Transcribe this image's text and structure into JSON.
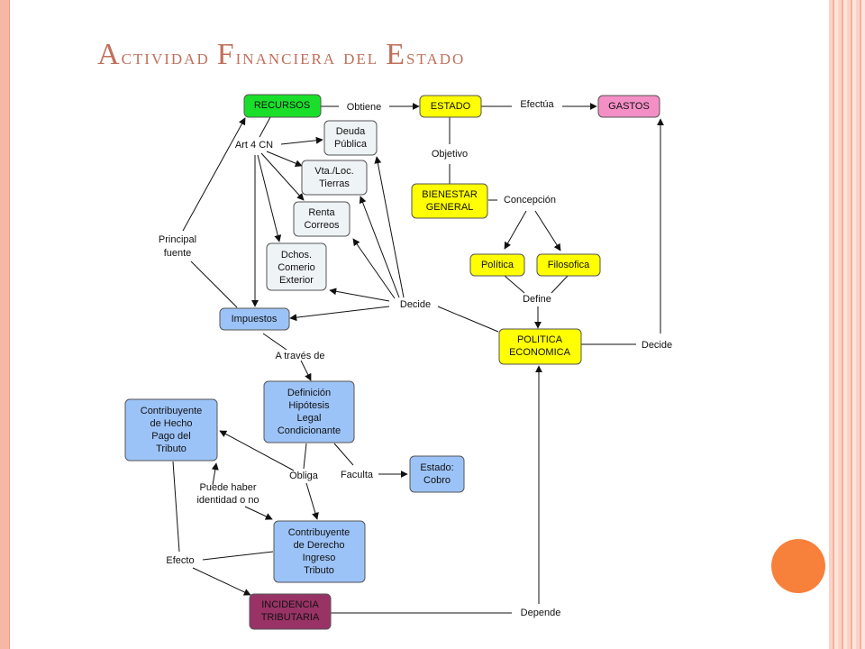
{
  "title": "Actividad Financiera del Estado",
  "colors": {
    "green": "#1adf2a",
    "yellow": "#ffff00",
    "pink": "#f48fc6",
    "blue": "#9cc3f8",
    "gray": "#eef3f6",
    "maroon": "#993366"
  },
  "nodes": {
    "recursos": "RECURSOS",
    "estado": "ESTADO",
    "gastos": "GASTOS",
    "deuda": [
      "Deuda",
      "Pública"
    ],
    "vta": [
      "Vta./Loc.",
      "Tierras"
    ],
    "renta": [
      "Renta",
      "Correos"
    ],
    "dchos": [
      "Dchos.",
      "Comerio",
      "Exterior"
    ],
    "impuestos": "Impuestos",
    "bienestar": [
      "BIENESTAR",
      "GENERAL"
    ],
    "politica": "Política",
    "filosofica": "Filosofica",
    "politica_economica": [
      "POLITICA",
      "ECONOMICA"
    ],
    "definicion": [
      "Definición",
      "Hipótesis",
      "Legal",
      "Condicionante"
    ],
    "hecho": [
      "Contribuyente",
      "de Hecho",
      "Pago del",
      "Tributo"
    ],
    "derecho": [
      "Contribuyente",
      "de Derecho",
      "Ingreso",
      "Tributo"
    ],
    "estado_cobro": [
      "Estado:",
      "Cobro"
    ],
    "incidencia": [
      "INCIDENCIA",
      "TRIBUTARIA"
    ]
  },
  "labels": {
    "obtiene": "Obtiene",
    "efectua": "Efectúa",
    "art4": "Art 4 CN",
    "objetivo": "Objetivo",
    "concepcion": "Concepción",
    "principal": [
      "Principal",
      "fuente"
    ],
    "decide_center": "Decide",
    "define": "Define",
    "decide_right": "Decide",
    "a_traves": "A través de",
    "obliga": "Obliga",
    "faculta": "Faculta",
    "puede": [
      "Puede haber",
      "identidad o no"
    ],
    "efecto": "Efecto",
    "depende": "Depende"
  }
}
